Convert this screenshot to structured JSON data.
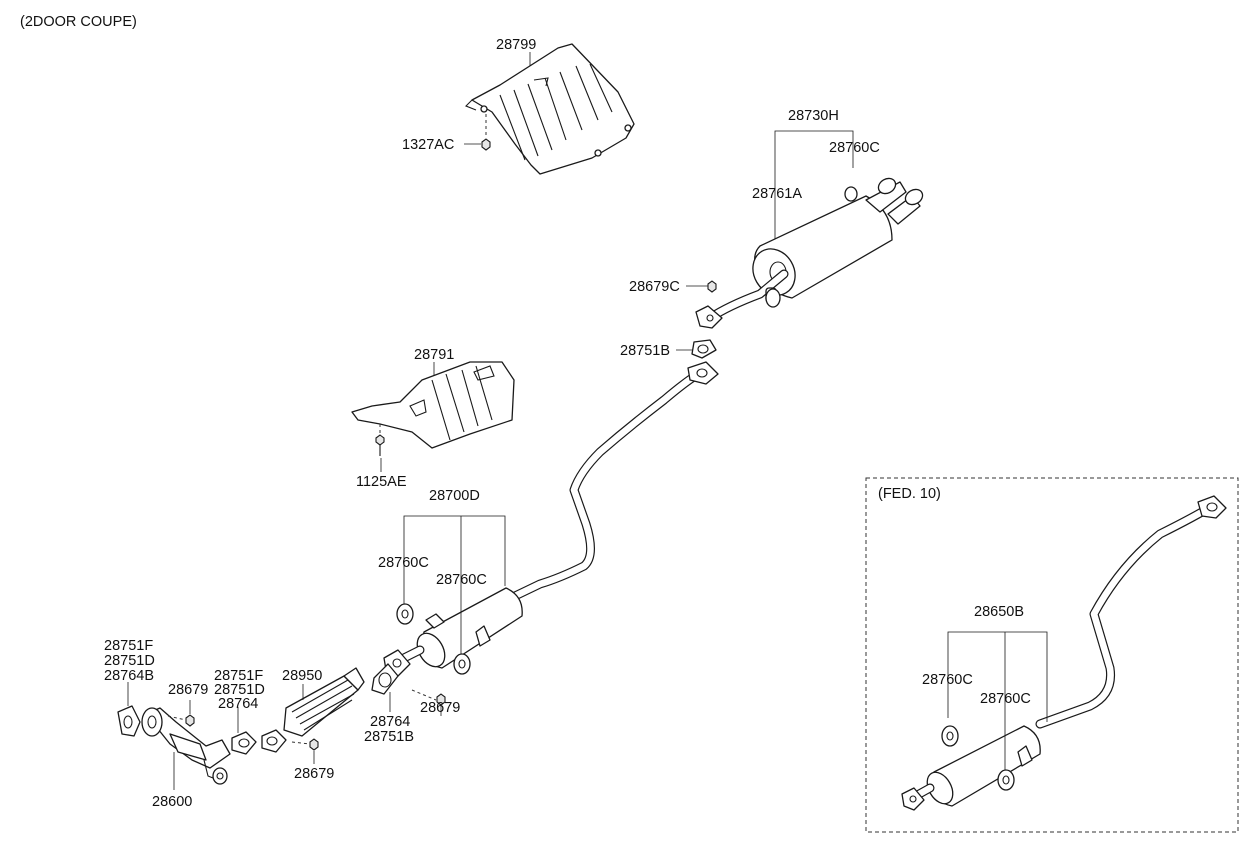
{
  "header": {
    "model": "(2DOOR COUPE)"
  },
  "inset": {
    "title": "(FED. 10)"
  },
  "labels": {
    "p28799": "28799",
    "p1327AC": "1327AC",
    "p28730H": "28730H",
    "p28760C_rear": "28760C",
    "p28761A": "28761A",
    "p28679C": "28679C",
    "p28751B_rear": "28751B",
    "p28791": "28791",
    "p1125AE": "1125AE",
    "p28700D": "28700D",
    "p28760C_c1": "28760C",
    "p28760C_c2": "28760C",
    "p28751F_a": "28751F",
    "p28751D_a": "28751D",
    "p28764B": "28764B",
    "p28679_a": "28679",
    "p28751F_b": "28751F",
    "p28751D_b": "28751D",
    "p28764_b": "28764",
    "p28950": "28950",
    "p28764_c": "28764",
    "p28751B_c": "28751B",
    "p28679_c": "28679",
    "p28679_d": "28679",
    "p28600": "28600",
    "p28650B": "28650B",
    "p28760C_i1": "28760C",
    "p28760C_i2": "28760C"
  }
}
